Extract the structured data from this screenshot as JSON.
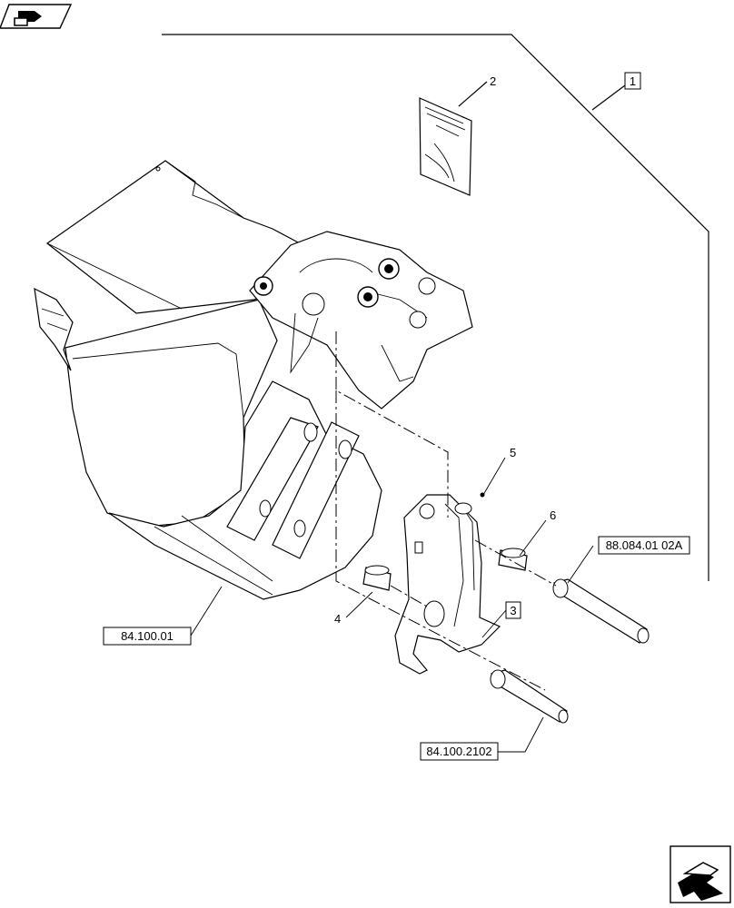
{
  "callouts": {
    "item_1": "1",
    "item_2": "2",
    "item_3": "3",
    "item_4": "4",
    "item_5": "5",
    "item_6": "6",
    "ref_bucket": "84.100.01",
    "ref_pin_lower": "84.100.2102",
    "ref_pin_upper": "88.084.01 02A"
  },
  "icons": {
    "top_left": "prev-page-arrow-icon",
    "bottom_right": "next-page-arrow-icon"
  }
}
